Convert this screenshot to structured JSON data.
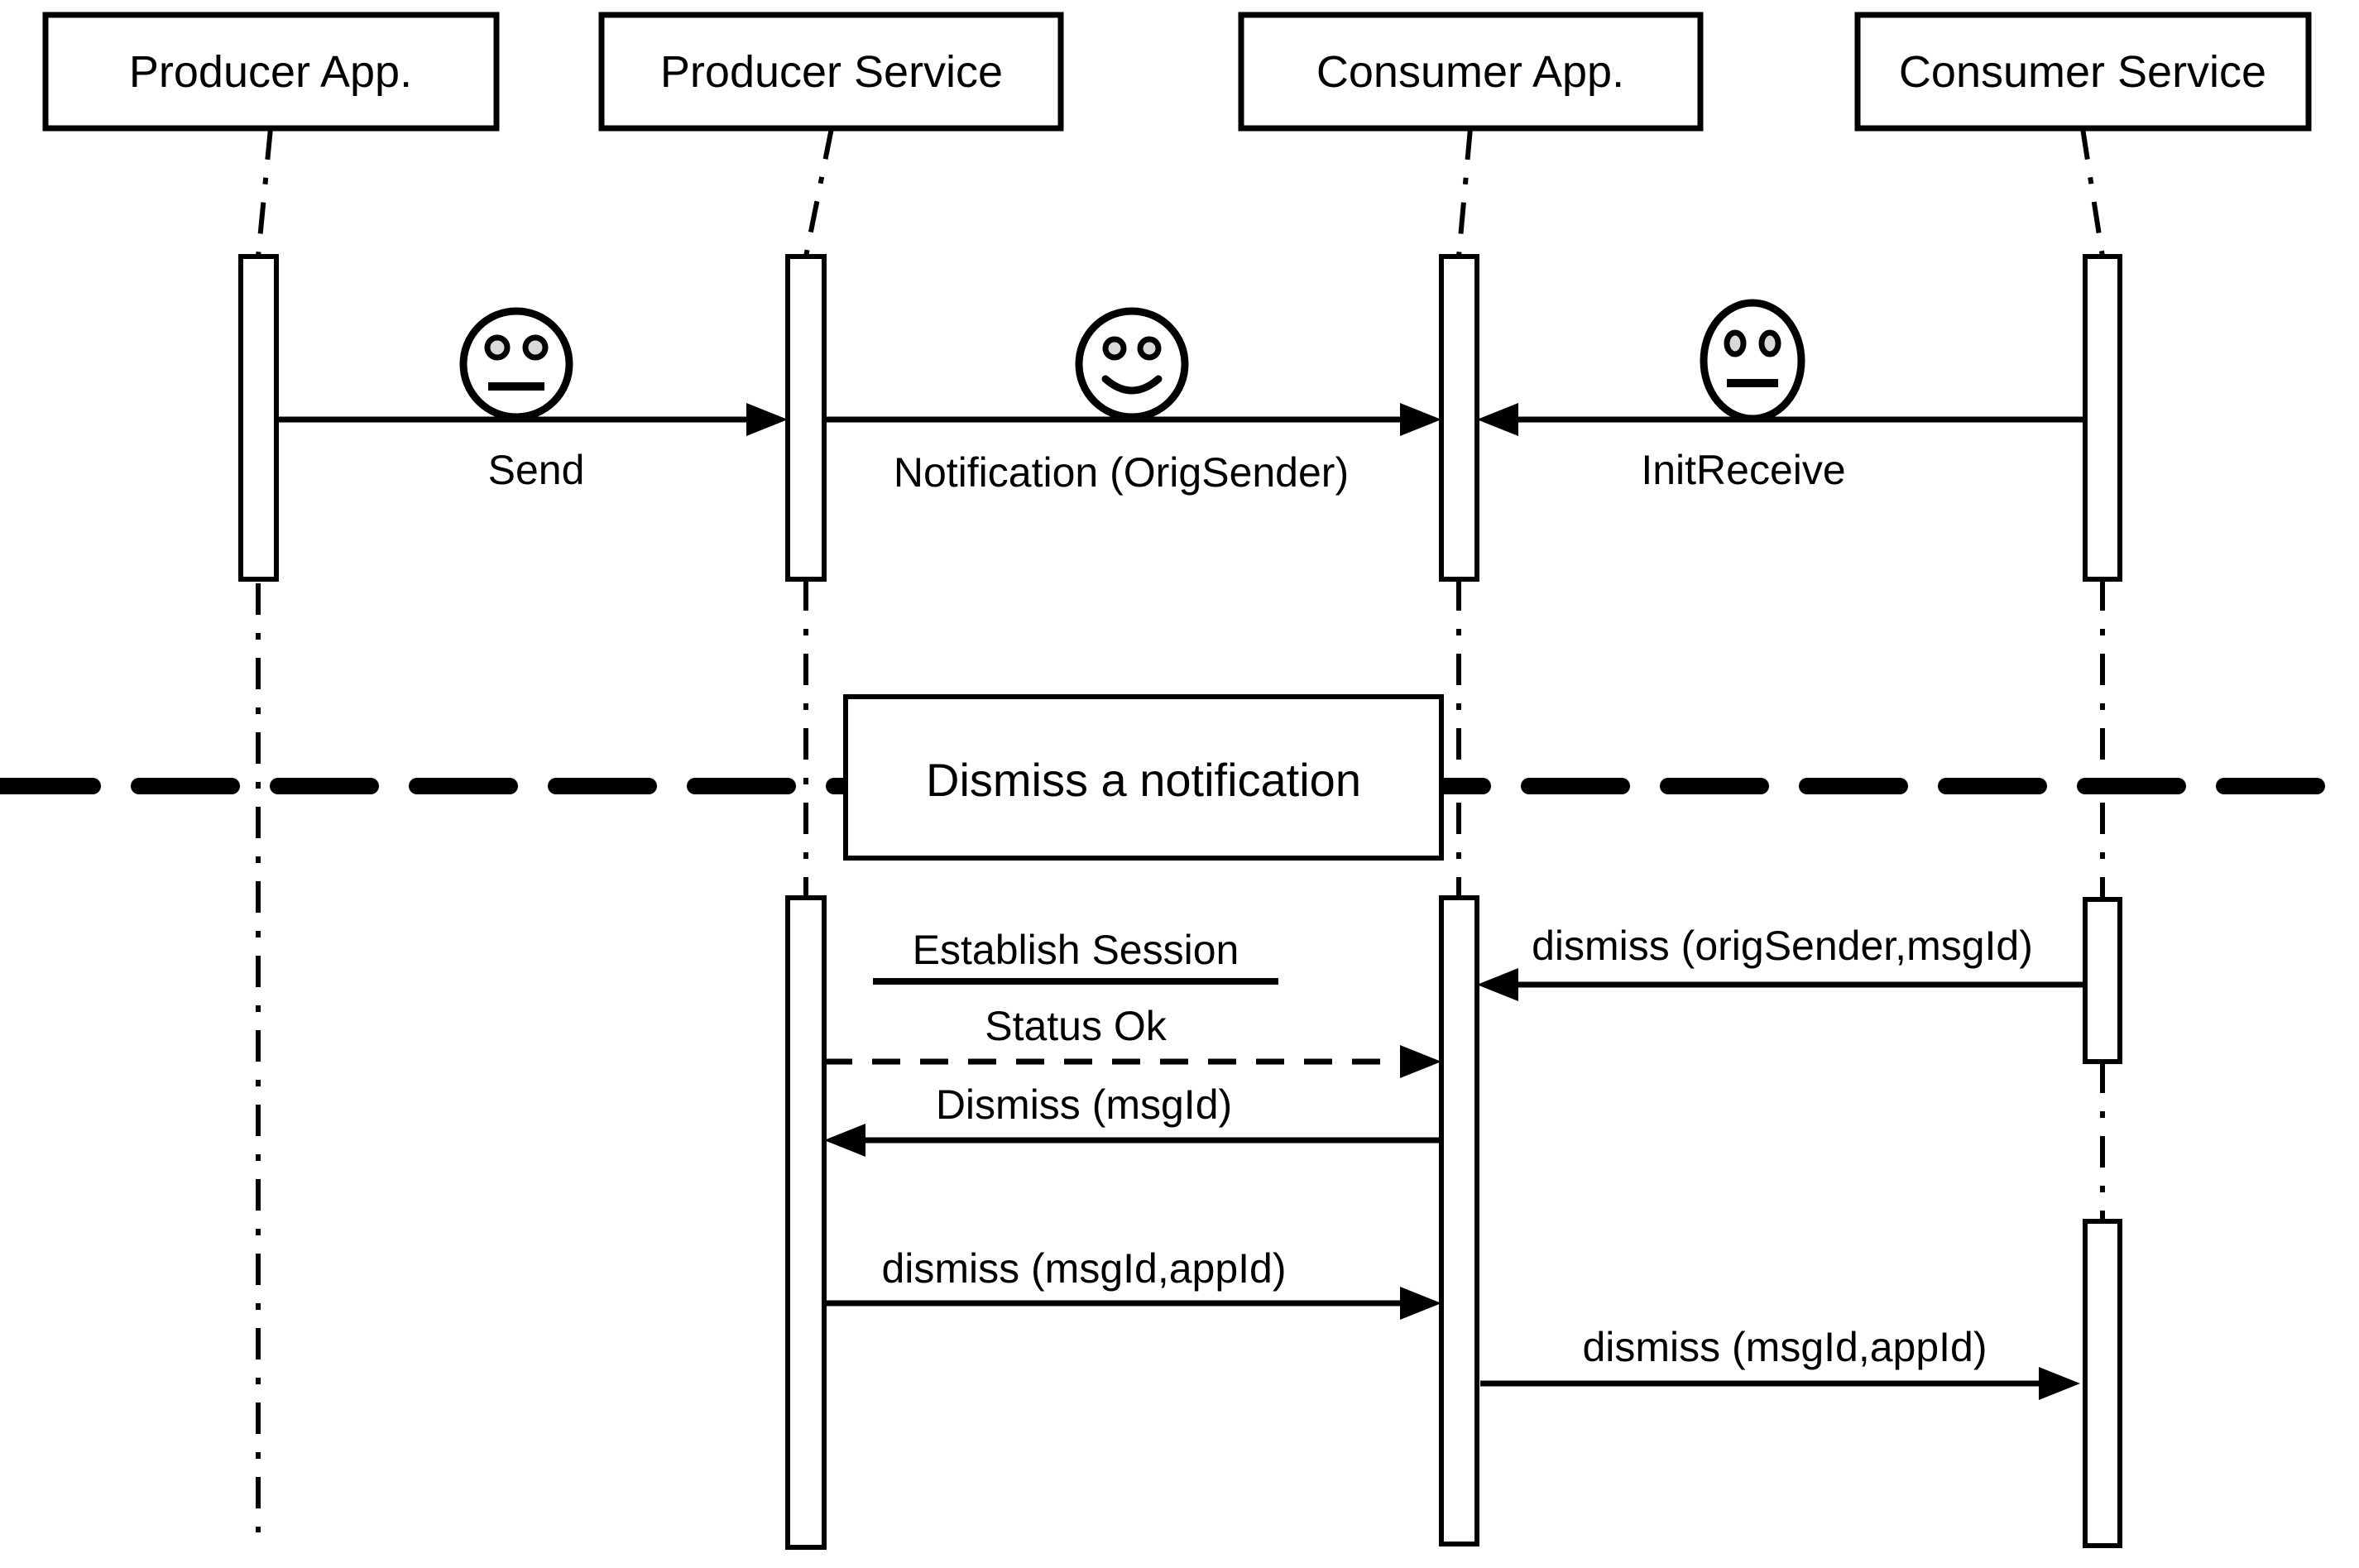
{
  "diagram": {
    "lifelines": [
      {
        "label": "Producer App."
      },
      {
        "label": "Producer Service"
      },
      {
        "label": "Consumer App."
      },
      {
        "label": "Consumer Service"
      }
    ],
    "section_divider": {
      "label": "Dismiss a notification"
    },
    "messages": [
      {
        "label": "Send",
        "from": "Producer App.",
        "to": "Producer Service",
        "style": "solid-arrow"
      },
      {
        "label": "Notification (OrigSender)",
        "from": "Producer Service",
        "to": "Consumer App.",
        "style": "solid-arrow"
      },
      {
        "label": "InitReceive",
        "from": "Consumer Service",
        "to": "Consumer App.",
        "style": "solid-arrow"
      },
      {
        "label": "Establish Session",
        "from": "Producer Service",
        "to": "Consumer App.",
        "style": "underlined-label"
      },
      {
        "label": "Status Ok",
        "from": "Producer Service",
        "to": "Consumer App.",
        "style": "dashed-arrow"
      },
      {
        "label": "Dismiss (msgId)",
        "from": "Consumer App.",
        "to": "Producer Service",
        "style": "solid-arrow"
      },
      {
        "label": "dismiss (msgId,appId)",
        "from": "Producer Service",
        "to": "Consumer App.",
        "style": "solid-arrow"
      },
      {
        "label": "dismiss (origSender,msgId)",
        "from": "Consumer Service",
        "to": "Consumer App.",
        "style": "solid-arrow"
      },
      {
        "label": "dismiss (msgId,appId)",
        "from": "Consumer App.",
        "to": "Consumer Service",
        "style": "solid-arrow"
      }
    ],
    "icons": [
      {
        "name": "neutral-face-icon"
      },
      {
        "name": "smiley-face-icon"
      },
      {
        "name": "neutral-face-icon"
      }
    ],
    "colors": {
      "line": "#000000",
      "background": "#ffffff",
      "eye_fill": "#d9d9d9"
    }
  }
}
